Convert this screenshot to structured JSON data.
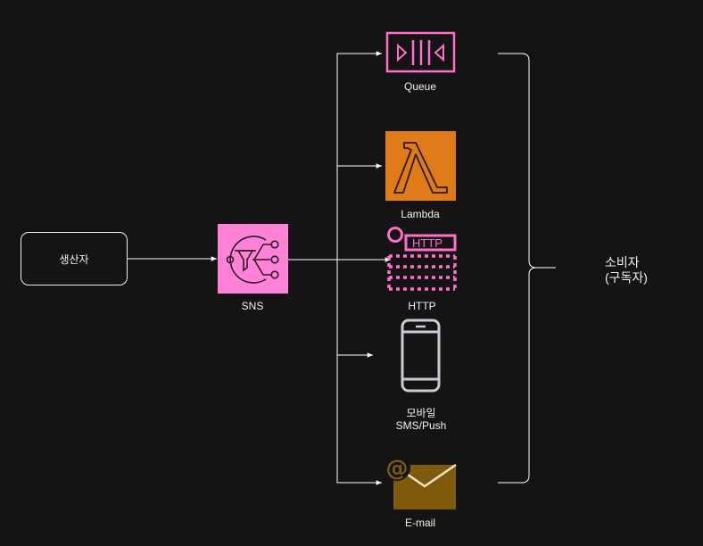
{
  "producer": {
    "label": "생산자"
  },
  "sns": {
    "label": "SNS",
    "color": "#FF82D8"
  },
  "subscribers": {
    "queue": {
      "label": "Queue",
      "color": "#FF6EC7"
    },
    "lambda": {
      "label": "Lambda",
      "color": "#E07B1A"
    },
    "http": {
      "label": "HTTP",
      "badge": "HTTP",
      "color": "#FF6EC7"
    },
    "mobile": {
      "label": "모바일\nSMS/Push",
      "color": "#C8CCD2"
    },
    "email": {
      "label": "E-mail",
      "color": "#7F5A0C"
    }
  },
  "consumers": {
    "label": "소비자\n(구독자)"
  },
  "colors": {
    "background": "#141414",
    "line": "#FFFFFF"
  }
}
